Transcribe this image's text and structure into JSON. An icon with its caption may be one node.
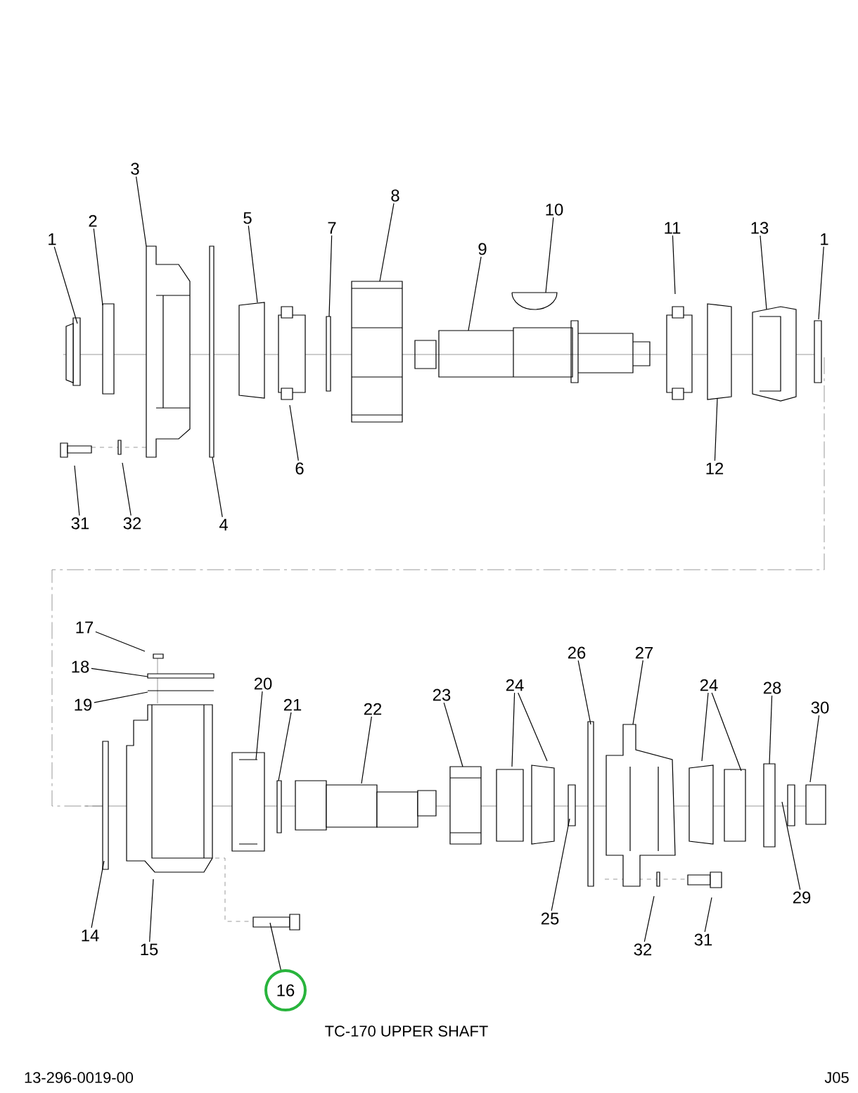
{
  "diagram": {
    "caption": "TC-170 UPPER SHAFT",
    "nodes": [
      {
        "text": [
          "1"
        ]
      },
      {
        "text": [
          "2"
        ]
      },
      {
        "text": [
          "3"
        ]
      },
      {
        "text": [
          "5"
        ]
      },
      {
        "text": [
          "6"
        ]
      },
      {
        "text": [
          "7"
        ]
      },
      {
        "text": [
          "8"
        ]
      },
      {
        "text": [
          "9"
        ]
      },
      {
        "text": [
          "10"
        ]
      },
      {
        "text": [
          "11"
        ]
      },
      {
        "text": [
          "12"
        ]
      },
      {
        "text": [
          "13"
        ]
      },
      {
        "text": [
          "1"
        ]
      },
      {
        "text": [
          "31"
        ]
      },
      {
        "text": [
          "32"
        ]
      },
      {
        "text": [
          "4"
        ]
      },
      {
        "text": [
          "17"
        ]
      },
      {
        "text": [
          "18"
        ]
      },
      {
        "text": [
          "19"
        ]
      },
      {
        "text": [
          "20"
        ]
      },
      {
        "text": [
          "21"
        ]
      },
      {
        "text": [
          "22"
        ]
      },
      {
        "text": [
          "23"
        ]
      },
      {
        "text": [
          "24"
        ]
      },
      {
        "text": [
          "26"
        ]
      },
      {
        "text": [
          "27"
        ]
      },
      {
        "text": [
          "24"
        ]
      },
      {
        "text": [
          "28"
        ]
      },
      {
        "text": [
          "30"
        ]
      },
      {
        "text": [
          "14"
        ]
      },
      {
        "text": [
          "15"
        ]
      },
      {
        "text": [
          "25"
        ]
      },
      {
        "text": [
          "29"
        ]
      },
      {
        "text": [
          "32"
        ]
      },
      {
        "text": [
          "31"
        ]
      },
      {
        "text": [
          "16"
        ]
      }
    ],
    "edges": [
      {
        "from": 0,
        "to": null,
        "arrow": "none"
      },
      {
        "from": 1,
        "to": null,
        "arrow": "none"
      },
      {
        "from": 2,
        "to": null,
        "arrow": "none"
      },
      {
        "from": 3,
        "to": null,
        "arrow": "none"
      },
      {
        "from": 4,
        "to": null,
        "arrow": "none"
      },
      {
        "from": 5,
        "to": null,
        "arrow": "none"
      },
      {
        "from": 6,
        "to": null,
        "arrow": "none"
      },
      {
        "from": 7,
        "to": null,
        "arrow": "none"
      },
      {
        "from": 8,
        "to": null,
        "arrow": "none"
      },
      {
        "from": 9,
        "to": null,
        "arrow": "none"
      },
      {
        "from": 10,
        "to": null,
        "arrow": "none"
      },
      {
        "from": 11,
        "to": null,
        "arrow": "none"
      },
      {
        "from": 12,
        "to": null,
        "arrow": "none"
      },
      {
        "from": 13,
        "to": null,
        "arrow": "none"
      },
      {
        "from": 14,
        "to": null,
        "arrow": "none"
      },
      {
        "from": 15,
        "to": null,
        "arrow": "none"
      },
      {
        "from": 16,
        "to": null,
        "arrow": "none"
      },
      {
        "from": 17,
        "to": null,
        "arrow": "none"
      },
      {
        "from": 18,
        "to": null,
        "arrow": "none"
      },
      {
        "from": 19,
        "to": null,
        "arrow": "none"
      },
      {
        "from": 20,
        "to": null,
        "arrow": "none"
      },
      {
        "from": 21,
        "to": null,
        "arrow": "none"
      },
      {
        "from": 22,
        "to": null,
        "arrow": "none"
      },
      {
        "from": 23,
        "to": null,
        "arrow": "none"
      },
      {
        "from": 23,
        "to": null,
        "arrow": "none"
      },
      {
        "from": 24,
        "to": null,
        "arrow": "none"
      },
      {
        "from": 25,
        "to": null,
        "arrow": "none"
      },
      {
        "from": 26,
        "to": null,
        "arrow": "none"
      },
      {
        "from": 26,
        "to": null,
        "arrow": "none"
      },
      {
        "from": 27,
        "to": null,
        "arrow": "none"
      },
      {
        "from": 28,
        "to": null,
        "arrow": "none"
      },
      {
        "from": 29,
        "to": null,
        "arrow": "none"
      },
      {
        "from": 30,
        "to": null,
        "arrow": "none"
      },
      {
        "from": 31,
        "to": null,
        "arrow": "none"
      },
      {
        "from": 32,
        "to": null,
        "arrow": "none"
      },
      {
        "from": 33,
        "to": null,
        "arrow": "none"
      },
      {
        "from": 34,
        "to": null,
        "arrow": "none"
      },
      {
        "from": 35,
        "to": null,
        "arrow": "none"
      }
    ],
    "labels": [
      "13-296-0019-00",
      "J05"
    ]
  }
}
